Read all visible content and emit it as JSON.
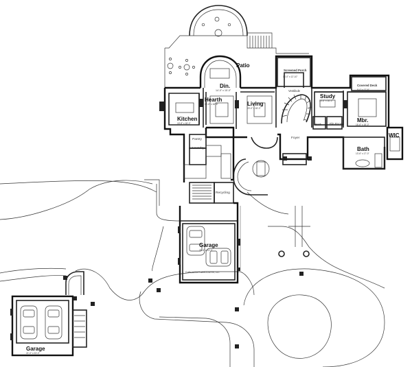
{
  "rooms": {
    "patio": {
      "name": "Patio"
    },
    "dining": {
      "name": "Din.",
      "dims": "14'-0\" x 15'-0\""
    },
    "screened_porch": {
      "name": "Screened Porch",
      "dims": "15'-0\" x 12'-10\""
    },
    "vestibule": {
      "name": "Vestibule"
    },
    "study": {
      "name": "Study",
      "dims": "15'-6\" x 16'-0\""
    },
    "covered_deck": {
      "name": "Covered Deck",
      "dims": "9'-0\" x 17'-6\""
    },
    "hearth": {
      "name": "Hearth",
      "dims": "16'-6\" x 16'-6\""
    },
    "living": {
      "name": "Living",
      "dims": "20'-0\" x 18'-0\""
    },
    "kitchen": {
      "name": "Kitchen",
      "dims": "15'-8\" x 18'-0\""
    },
    "mbr": {
      "name": "Mbr.",
      "dims": "16'-6\" x 18'-0\""
    },
    "bath_small": {
      "name": "Bath"
    },
    "file_room": {
      "name": "File Room"
    },
    "wic": {
      "name": "WIC"
    },
    "pantry": {
      "name": "Pantry"
    },
    "laundry": {
      "name": "Laundry"
    },
    "foyer": {
      "name": "Foyer"
    },
    "bath": {
      "name": "Bath",
      "dims": "13'-6\" x 17'-0\""
    },
    "recycling": {
      "name": "Recycling"
    },
    "garage_main": {
      "name": "Garage",
      "dims": "26'-6\" x 23'-0\""
    },
    "garage_detached": {
      "name": "Garage",
      "dims": "21'-0\" x 23'-0\""
    }
  },
  "credit": "© ARCHITECT ASSOCIATES, LLC"
}
